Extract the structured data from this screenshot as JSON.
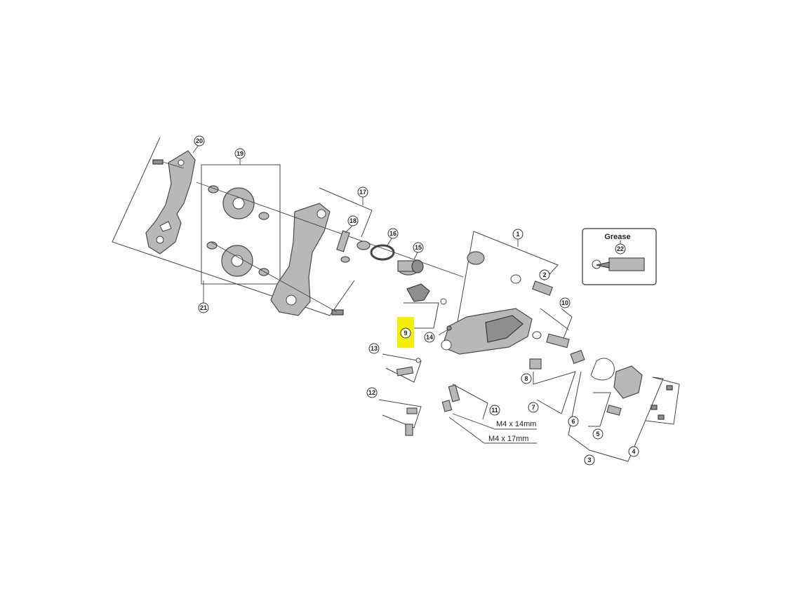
{
  "callouts": {
    "c1": "1",
    "c2": "2",
    "c3": "3",
    "c4": "4",
    "c5": "5",
    "c6": "6",
    "c7": "7",
    "c8": "8",
    "c9": "9",
    "c10": "10",
    "c11": "11",
    "c12": "12",
    "c13": "13",
    "c14": "14",
    "c15": "15",
    "c16": "16",
    "c17": "17",
    "c18": "18",
    "c19": "19",
    "c20": "20",
    "c21": "21",
    "c22": "22"
  },
  "specs": {
    "bolt_short": "M4 x 14mm",
    "bolt_long": "M4 x 17mm"
  },
  "grease_box": {
    "title": "Grease"
  },
  "colors": {
    "highlight": "#f5f000",
    "part_fill": "#b8b8b8",
    "outline": "#444444"
  }
}
